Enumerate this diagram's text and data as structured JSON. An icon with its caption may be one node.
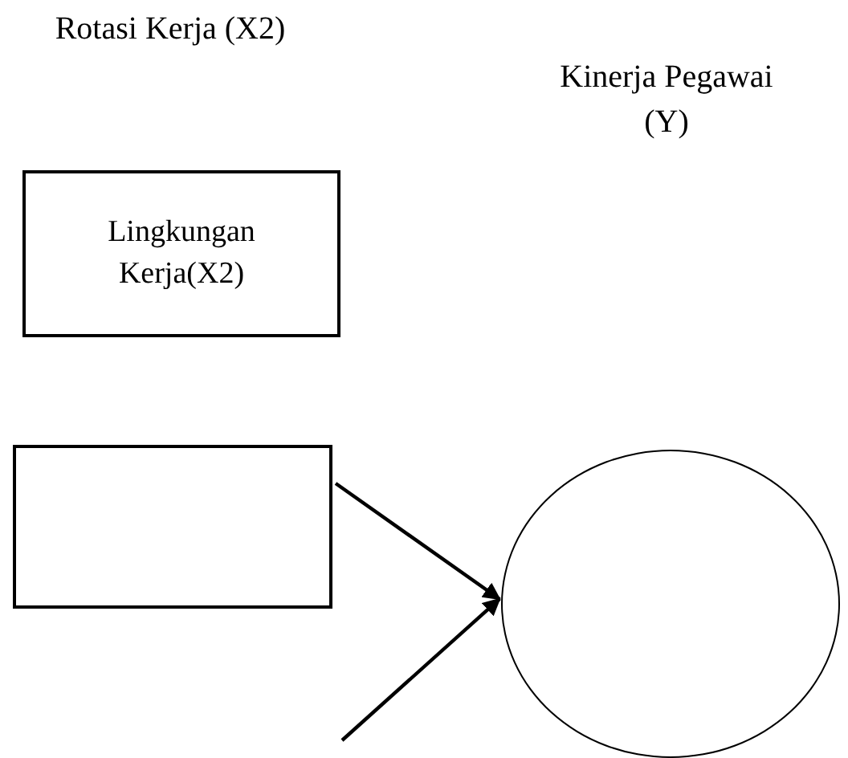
{
  "diagram": {
    "nodes": [
      {
        "text": [
          "Lingkungan Kerja(X2)"
        ]
      },
      {
        "text": [],
        "shape": "box"
      },
      {
        "text": [],
        "shape": "circle"
      }
    ],
    "edges": [
      {
        "from": 1,
        "to": 2,
        "arrow": "to"
      },
      {
        "from": null,
        "to": 2,
        "arrow": "to"
      }
    ],
    "labels": [
      "Rotasi Kerja (X2)",
      "Kinerja Pegawai (Y)"
    ]
  }
}
